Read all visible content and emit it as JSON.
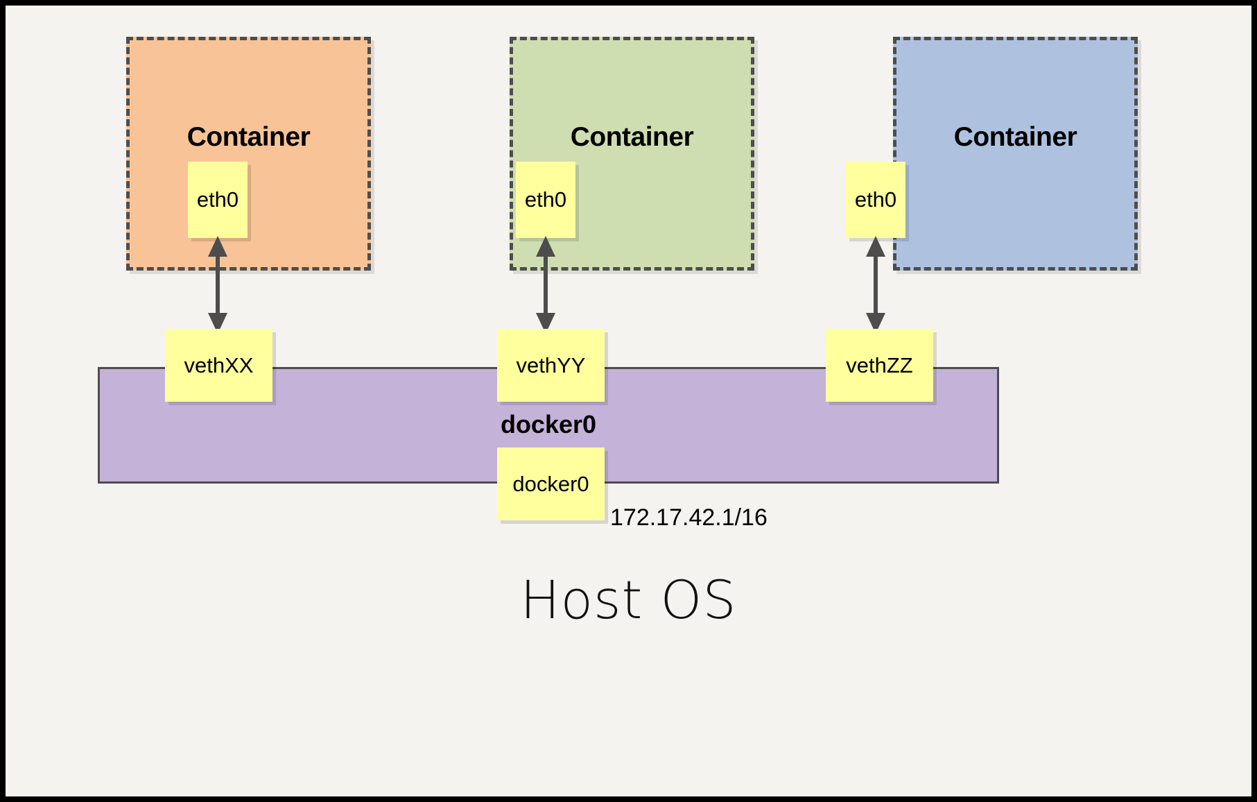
{
  "diagram": {
    "title_bottom": "Host OS",
    "frame_color": "#000000",
    "background_color": "#f4f3ef"
  },
  "containers": [
    {
      "label": "Container",
      "color": "#f8c396",
      "interface": {
        "label": "eth0",
        "color": "#ffff9e"
      },
      "veth": {
        "label": "vethXX",
        "color": "#ffff9e"
      },
      "link_icon": "double-arrow-icon"
    },
    {
      "label": "Container",
      "color": "#cfdeb0",
      "interface": {
        "label": "eth0",
        "color": "#ffff9e"
      },
      "veth": {
        "label": "vethYY",
        "color": "#ffff9e"
      },
      "link_icon": "double-arrow-icon"
    },
    {
      "label": "Container",
      "color": "#aec2e0",
      "interface": {
        "label": "eth0",
        "color": "#ffff9e"
      },
      "veth": {
        "label": "vethZZ",
        "color": "#ffff9e"
      },
      "link_icon": "double-arrow-icon"
    }
  ],
  "bridge": {
    "label": "docker0",
    "color": "#c4b2d8",
    "interface_label": "docker0",
    "ip_address": "172.17.42.1/16"
  }
}
